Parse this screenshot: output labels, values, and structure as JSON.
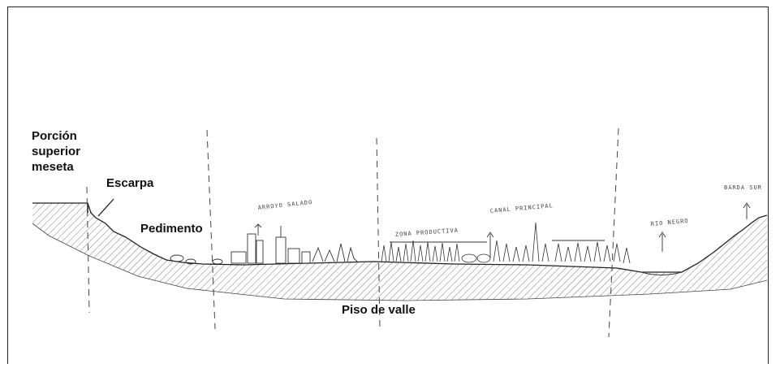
{
  "labels": {
    "porcion": "Porción\nsuperior\nmeseta",
    "escarpa": "Escarpa",
    "pedimento": "Pedimento",
    "piso": "Piso de valle"
  },
  "handwritten": {
    "arroyo": "ARROYO SALADO",
    "zona": "ZONA PRODUCTIVA",
    "canal": "CANAL PRINCIPAL",
    "rio": "RIO NEGRO",
    "barda": "BARDA SUR"
  },
  "colors": {
    "ink": "#222222",
    "hatch": "#555555",
    "frame": "#222222"
  }
}
